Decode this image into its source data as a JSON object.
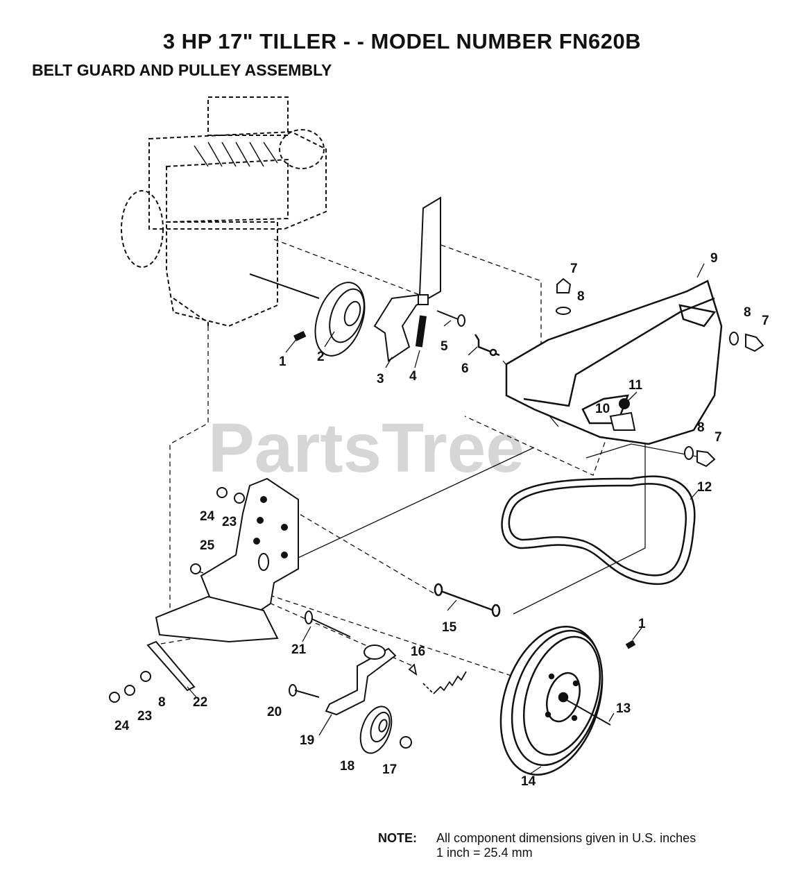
{
  "title": "3 HP 17\" TILLER - - MODEL NUMBER FN620B",
  "subtitle": "BELT GUARD AND PULLEY ASSEMBLY",
  "watermark": "PartsTree",
  "part_numbers": [
    "7",
    "9",
    "8",
    "8",
    "7",
    "1",
    "2",
    "5",
    "3",
    "4",
    "6",
    "11",
    "10",
    "8",
    "7",
    "12",
    "24",
    "23",
    "25",
    "15",
    "21",
    "16",
    "1",
    "13",
    "22",
    "8",
    "23",
    "24",
    "20",
    "19",
    "18",
    "17",
    "14"
  ],
  "note": {
    "label": "NOTE:",
    "line1": "All component dimensions given in U.S. inches",
    "line2": "1 inch = 25.4 mm"
  }
}
